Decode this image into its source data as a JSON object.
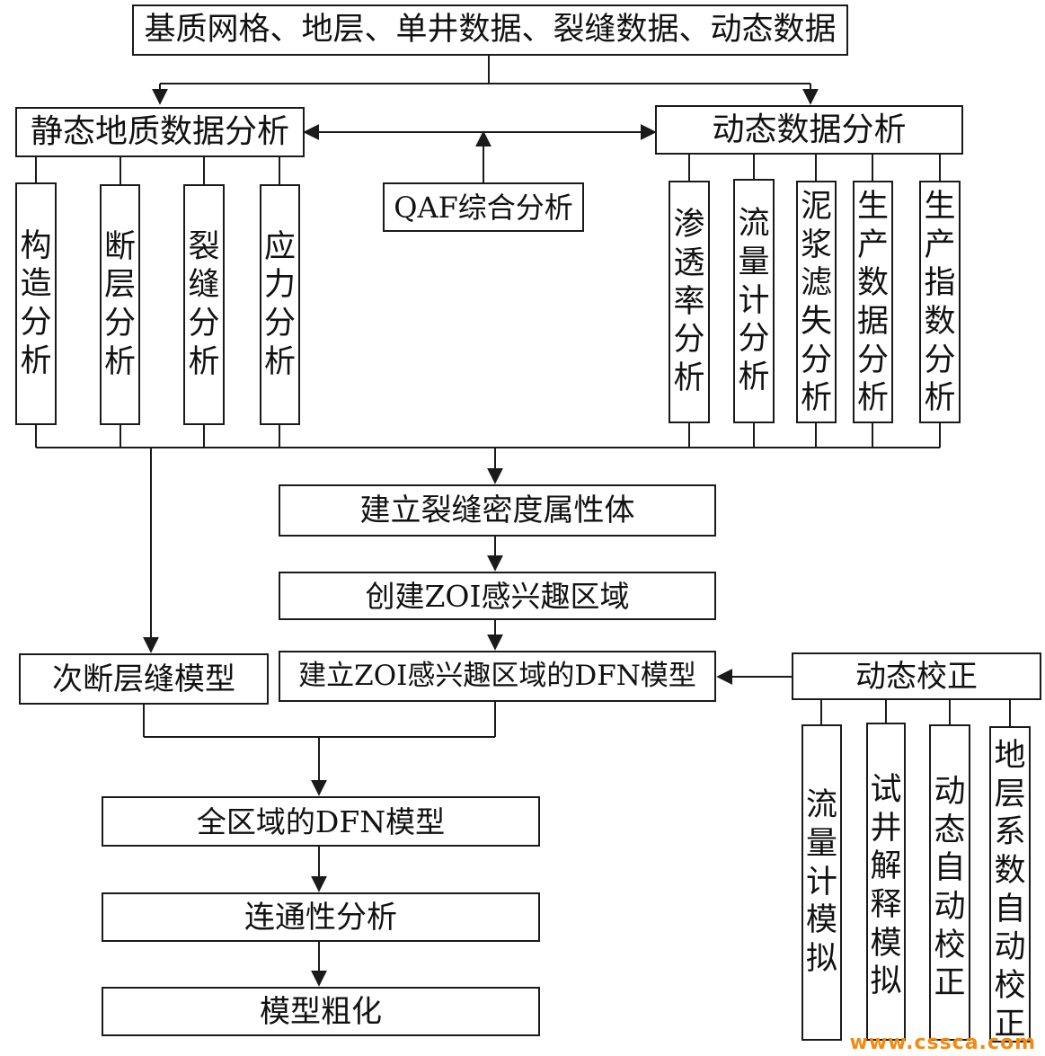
{
  "top_box": "基质网格、地层、单井数据、裂缝数据、动态数据",
  "static_analysis": {
    "title": "静态地质数据分析",
    "items": [
      "构造分析",
      "断层分析",
      "裂缝分析",
      "应力分析"
    ]
  },
  "qaf": "QAF综合分析",
  "dynamic_analysis": {
    "title": "动态数据分析",
    "items": [
      "渗透率分析",
      "流量计分析",
      "泥浆滤失分析",
      "生产数据分析",
      "生产指数分析"
    ]
  },
  "process": {
    "fracture_density": "建立裂缝密度属性体",
    "create_zoi": "创建ZOI感兴趣区域",
    "zoi_dfn": "建立ZOI感兴趣区域的DFN模型",
    "sub_fault": "次断层缝模型",
    "full_dfn": "全区域的DFN模型",
    "connectivity": "连通性分析",
    "upscaling": "模型粗化"
  },
  "dynamic_correction": {
    "title": "动态校正",
    "items": [
      "流量计模拟",
      "试井解释模拟",
      "动态自动校正",
      "地层系数自动校正"
    ]
  },
  "watermark": "www.cssca.com",
  "colors": {
    "line": "#1a1a1a",
    "watermark": "#f08a16"
  }
}
